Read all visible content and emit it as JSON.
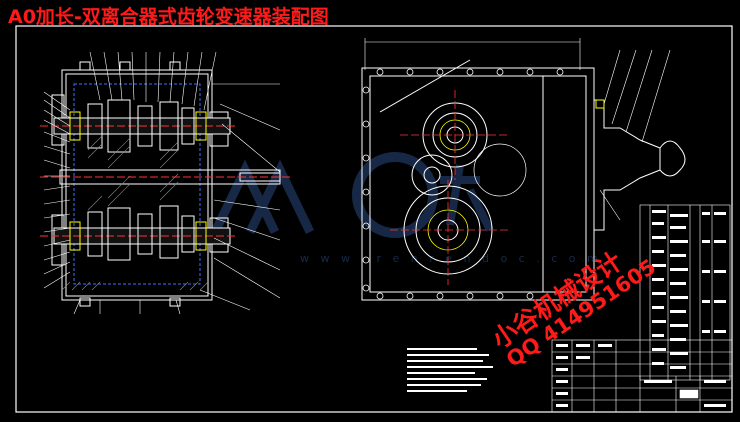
{
  "title": "A0加长-双离合器式齿轮变速器装配图",
  "watermark": {
    "line1": "小谷机械设计",
    "line2": "QQ 414951605"
  },
  "colors": {
    "background": "#000000",
    "frame": "#ffffff",
    "geometry": "#ffffff",
    "hidden_lines": "#3f6fff",
    "center_lines": "#ff3333",
    "highlight": "#ffff00",
    "title_text": "#ff1a1a",
    "logo": "#2a4a80"
  }
}
